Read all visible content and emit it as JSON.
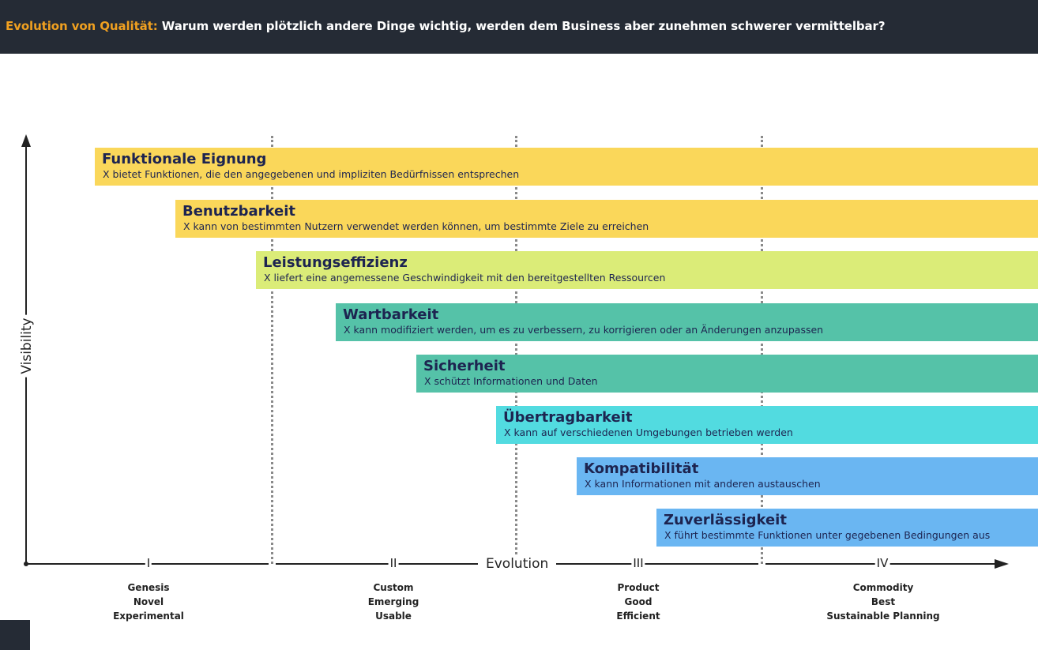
{
  "header": {
    "title_accent": "Evolution von Qualität:",
    "title_rest": "Warum werden plötzlich andere Dinge wichtig, werden dem Business aber zunehmen schwerer vermittelbar?"
  },
  "axes": {
    "y_label": "Visibility",
    "x_label": "Evolution",
    "stages": [
      {
        "numeral": "I",
        "lines": [
          "Genesis",
          "Novel",
          "Experimental"
        ]
      },
      {
        "numeral": "II",
        "lines": [
          "Custom",
          "Emerging",
          "Usable"
        ]
      },
      {
        "numeral": "III",
        "lines": [
          "Product",
          "Good",
          "Efficient"
        ]
      },
      {
        "numeral": "IV",
        "lines": [
          "Commodity",
          "Best",
          "Sustainable Planning"
        ]
      }
    ]
  },
  "qualities": [
    {
      "name": "Funktionale Eignung",
      "desc": "X bietet Funktionen, die den angegebenen und impliziten Bedürfnissen entsprechen",
      "color": "#fad75a"
    },
    {
      "name": "Benutzbarkeit",
      "desc": "X kann von bestimmten Nutzern verwendet werden können, um bestimmte Ziele zu erreichen",
      "color": "#fad75a"
    },
    {
      "name": "Leistungseffizienz",
      "desc": "X liefert eine angemessene Geschwindigkeit mit den bereitgestellten Ressourcen",
      "color": "#dbec78"
    },
    {
      "name": "Wartbarkeit",
      "desc": "X kann modifiziert werden, um es zu verbessern, zu korrigieren oder an Änderungen anzupassen",
      "color": "#55c2a8"
    },
    {
      "name": "Sicherheit",
      "desc": "X schützt Informationen und Daten",
      "color": "#55c2a8"
    },
    {
      "name": "Übertragbarkeit",
      "desc": "X kann auf verschiedenen Umgebungen betrieben werden",
      "color": "#52dbe0"
    },
    {
      "name": "Kompatibilität",
      "desc": "X kann Informationen mit anderen austauschen",
      "color": "#6ab6f2"
    },
    {
      "name": "Zuverlässigkeit",
      "desc": "X führt bestimmte Funktionen unter gegebenen Bedingungen aus",
      "color": "#6ab6f2"
    }
  ]
}
